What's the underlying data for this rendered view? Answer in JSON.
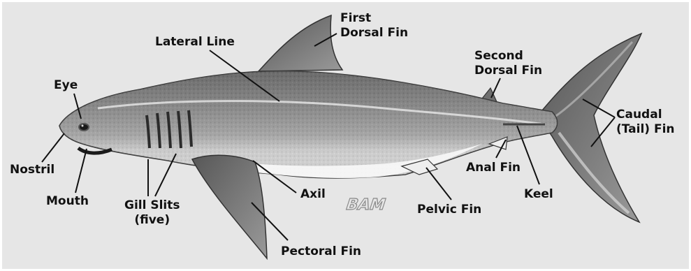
{
  "labels": {
    "first_dorsal_fin": [
      "First",
      "Dorsal Fin"
    ],
    "lateral_line": "Lateral Line",
    "second_dorsal_fin": [
      "Second",
      "Dorsal Fin"
    ],
    "eye": "Eye",
    "caudal_fin": [
      "Caudal",
      "(Tail) Fin"
    ],
    "nostril": "Nostril",
    "anal_fin": "Anal Fin",
    "mouth": "Mouth",
    "axil": "Axil",
    "keel": "Keel",
    "gill_slits": [
      "Gill Slits",
      "(five)"
    ],
    "pelvic_fin": "Pelvic Fin",
    "pectoral_fin": "Pectoral Fin"
  },
  "watermark": "BAM",
  "colors": {
    "background": "#e6e6e6",
    "text": "#111111",
    "body_dark": "#6f6f6f",
    "body_light": "#f2f2f2"
  }
}
